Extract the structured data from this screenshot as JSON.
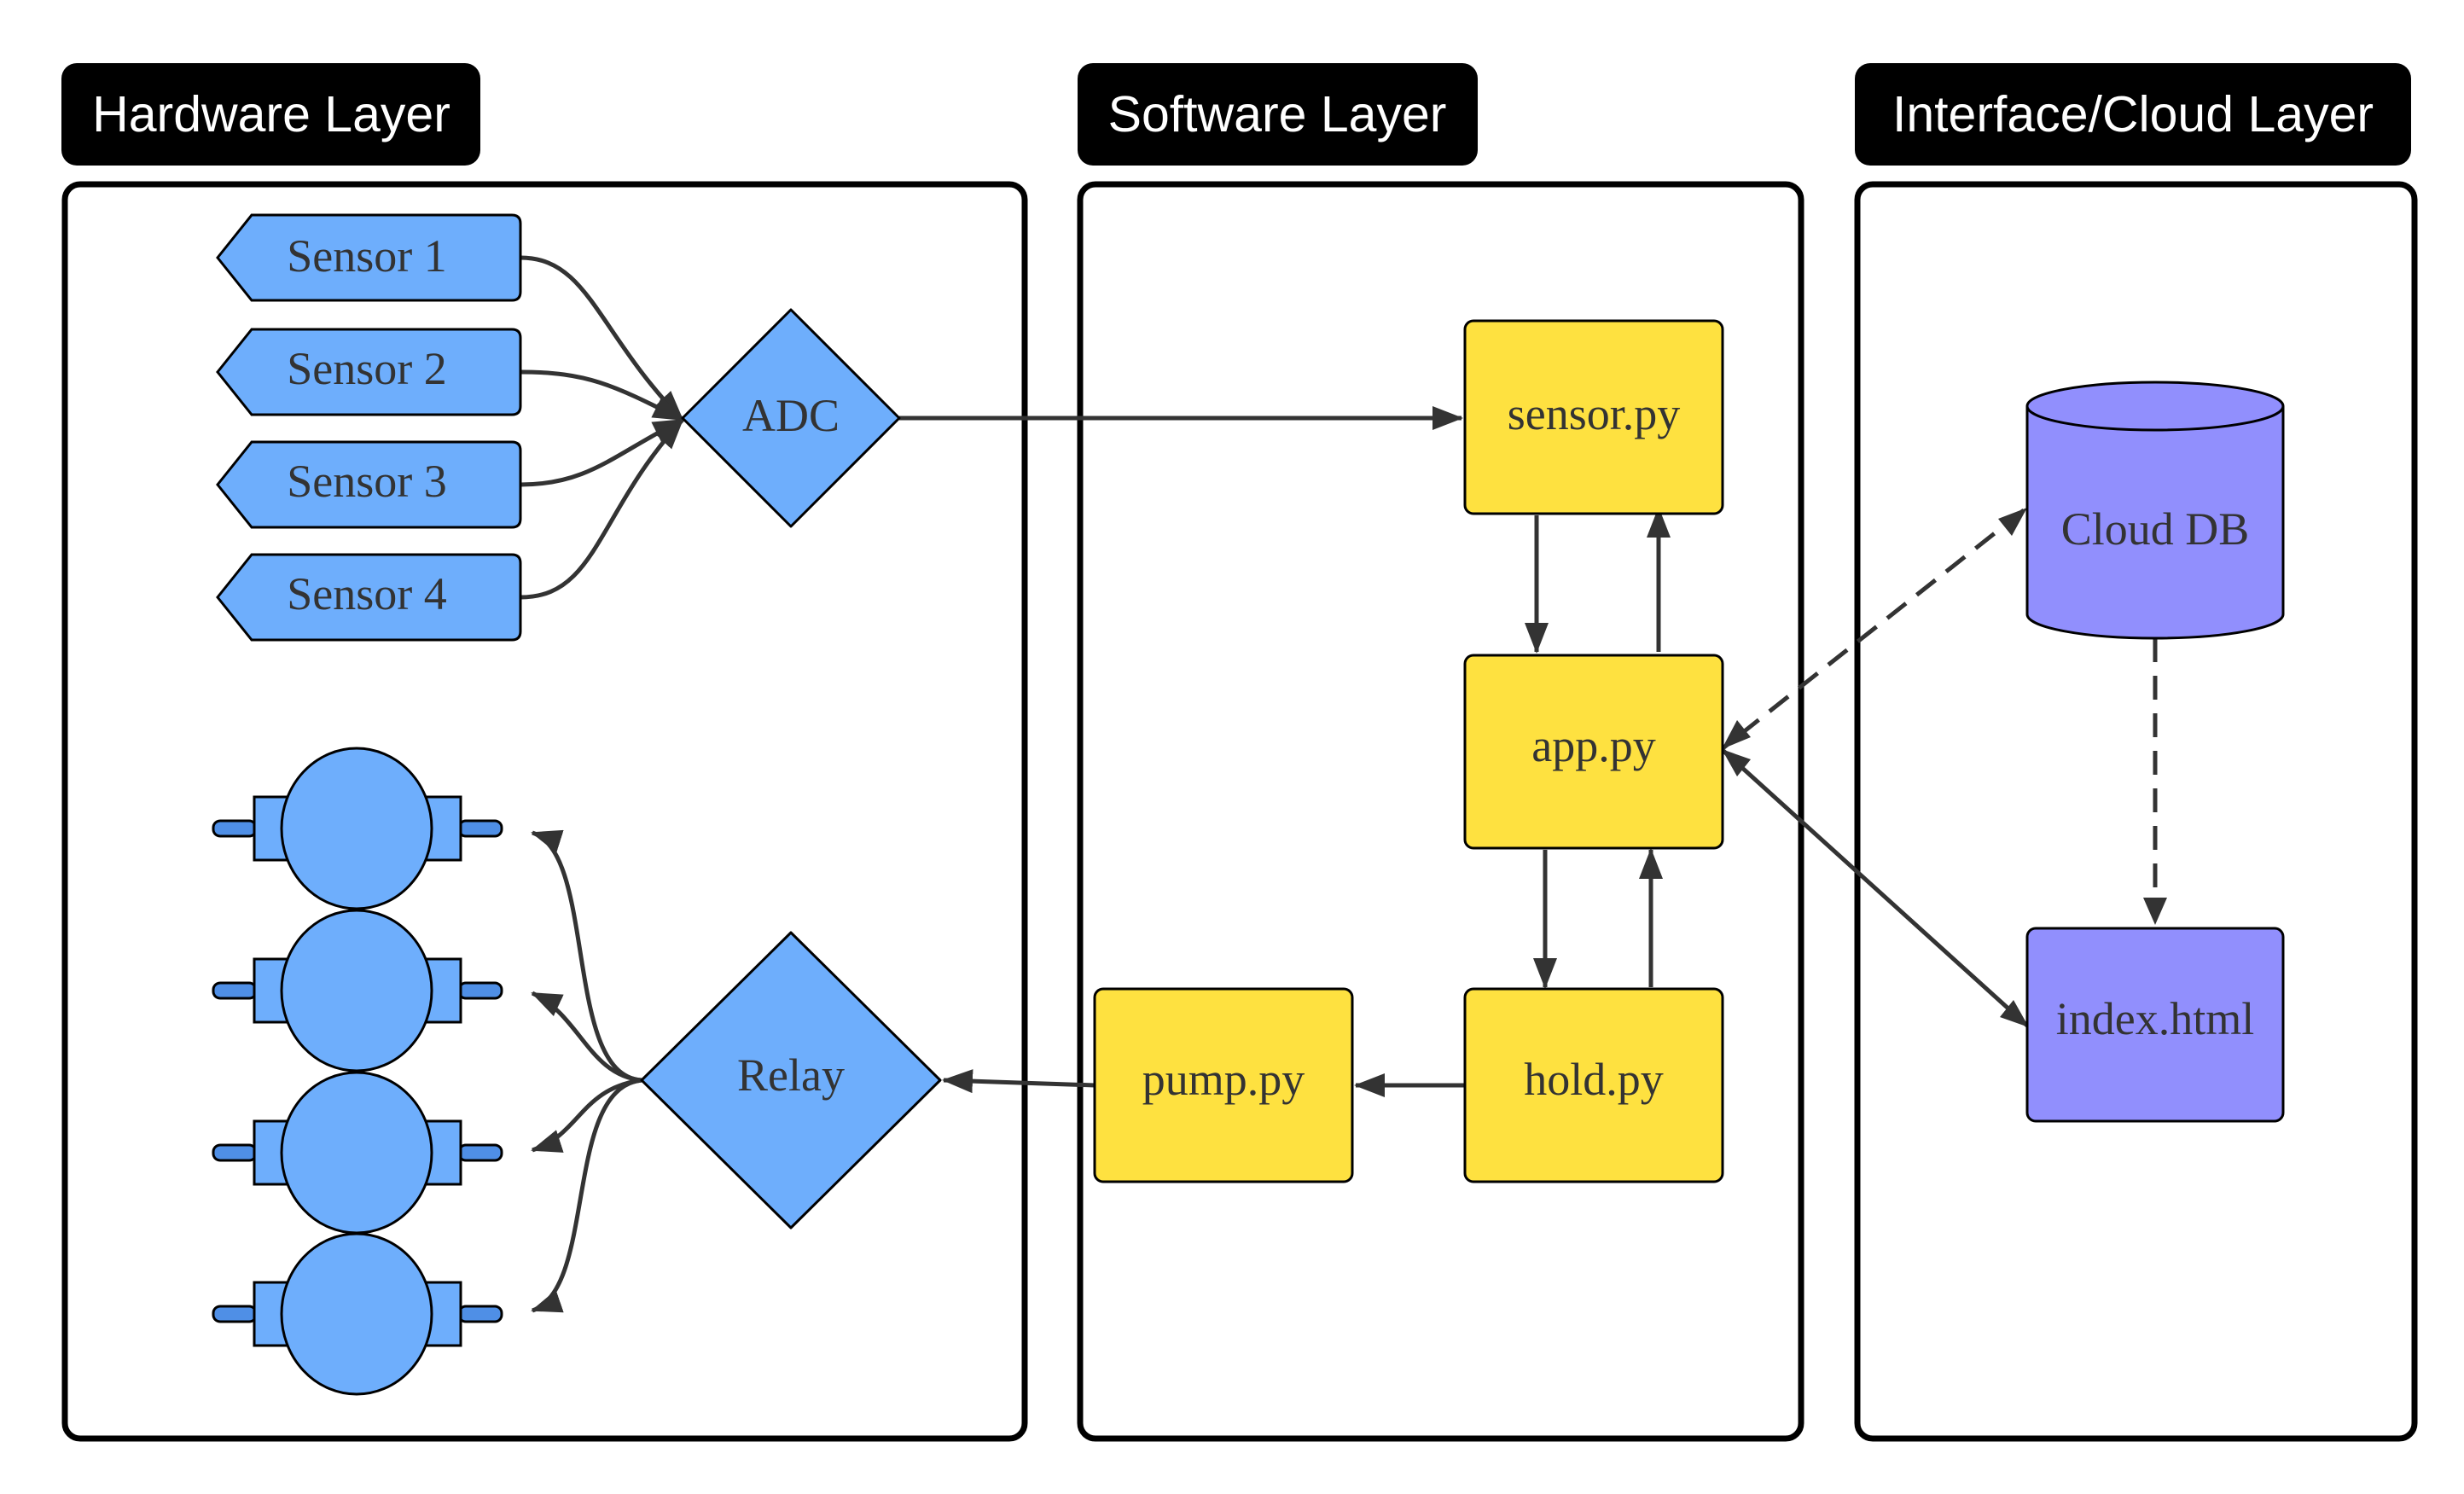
{
  "layers": {
    "hardware": "Hardware Layer",
    "software": "Software Layer",
    "interface": "Interface/Cloud Layer"
  },
  "nodes": {
    "sensor1": "Sensor 1",
    "sensor2": "Sensor 2",
    "sensor3": "Sensor 3",
    "sensor4": "Sensor 4",
    "adc": "ADC",
    "relay": "Relay",
    "sensor_py": "sensor.py",
    "app_py": "app.py",
    "hold_py": "hold.py",
    "pump_py": "pump.py",
    "cloud_db": "Cloud DB",
    "index_html": "index.html"
  },
  "colors": {
    "hardware_blue": "#6eaefc",
    "software_yellow": "#fee140",
    "cloud_purple": "#918ffd",
    "edge": "#333333"
  }
}
